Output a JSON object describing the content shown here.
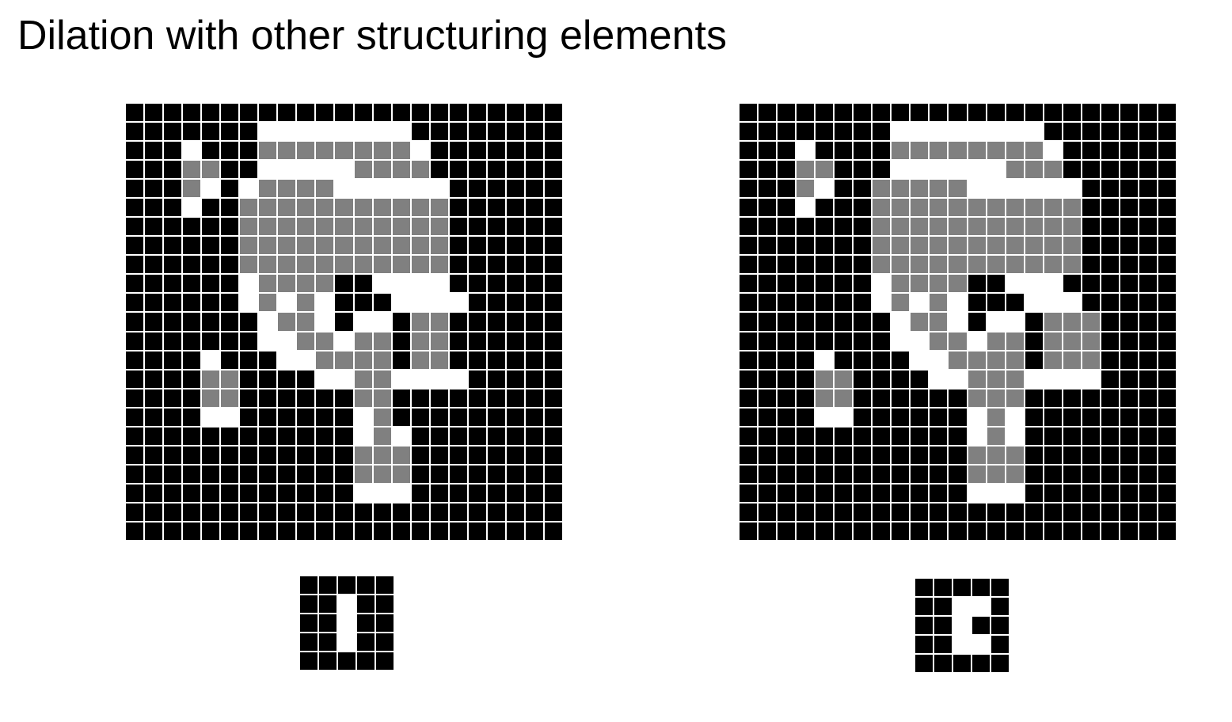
{
  "title": "Dilation with other structuring elements",
  "legend": {
    "B": "black",
    "W": "white",
    "G": "gray"
  },
  "colors": {
    "black": "#000000",
    "white": "#ffffff",
    "gray": "#808080"
  },
  "panels": [
    {
      "name": "left",
      "result_rows": [
        "BBBBBBBBBBBBBBBBBBBBBBB",
        "BBBBBBBWWWWWWWWBBBBBBBB",
        "BBBWBBBGGGGGGGGWBBBBBBB",
        "BBBGGBBWWWWWGGGGBBBBBBB",
        "BBBGWBWGGGGWWWWWWBBBBBB",
        "BBBWBBGGGGGGGGGGGBBBBBB",
        "BBBBBBGGGGGGGGGGGBBBBBB",
        "BBBBBBGGGGGGGGGGGBBBBBB",
        "BBBBBBGGGGGGGGGGGBBBBBB",
        "BBBBBBWGGGGBBWWWWBBBBBB",
        "BBBBBBWGWGWBBBWWWWBBBBB",
        "BBBBBBBWGGWBWWBGGBBBBBB",
        "BBBBBBBWWGGWGGBGGBBBBBB",
        "BBBBWBBBWWGGGGBGGBBBBBB",
        "BBBBGGBBBBWWGGWWWWBBBBB",
        "BBBBGGBBBBBBGGBBBBBBBBB",
        "BBBBWWBBBBBBWGBBBBBBBBB",
        "BBBBBBBBBBBBWGWBBBBBBBB",
        "BBBBBBBBBBBBGGGBBBBBBBB",
        "BBBBBBBBBBBBGGGBBBBBBBB",
        "BBBBBBBBBBBBWWWBBBBBBBB",
        "BBBBBBBBBBBBBBBBBBBBBBB",
        "BBBBBBBBBBBBBBBBBBBBBBB"
      ],
      "se_rows": [
        "BBBBB",
        "BBWBB",
        "BBWBB",
        "BBWBB",
        "BBBBB"
      ]
    },
    {
      "name": "right",
      "result_rows": [
        "BBBBBBBBBBBBBBBBBBBBBBB",
        "BBBBBBBBWWWWWWWWBBBBBBB",
        "BBBWBBBBGGGGGGGGWBBBBBB",
        "BBBGGBBBWWWWWWGGGBBBBBB",
        "BBBGWBBGGGGGWWWWWWBBBBB",
        "BBBWBBBGGGGGGGGGGGBBBBB",
        "BBBBBBBGGGGGGGGGGGBBBBB",
        "BBBBBBBGGGGGGGGGGGBBBBB",
        "BBBBBBBGGGGGGGGGGGBBBBB",
        "BBBBBBBWGGGGBBWWWBBBBBB",
        "BBBBBBBWGWGWBBBWWWBBBBB",
        "BBBBBBBBWGGWBWWBGGGBBBB",
        "BBBBBBBBWWGGWGGBGGGBBBB",
        "BBBBWBBBBWWGGGGBGGGBBBB",
        "BBBBGGBBBBWWGGGWWWWBBBB",
        "BBBBGGBBBBBBGGGBBBBBBBB",
        "BBBBWWBBBBBBWGWBBBBBBBB",
        "BBBBBBBBBBBBWGWBBBBBBBB",
        "BBBBBBBBBBBBGGGBBBBBBBB",
        "BBBBBBBBBBBBGGGBBBBBBBB",
        "BBBBBBBBBBBBWWWBBBBBBBB",
        "BBBBBBBBBBBBBBBBBBBBBBB",
        "BBBBBBBBBBBBBBBBBBBBBBB"
      ],
      "se_rows": [
        "BBBBB",
        "BBWWB",
        "BBWBB",
        "BBWWB",
        "BBBBB"
      ]
    }
  ]
}
